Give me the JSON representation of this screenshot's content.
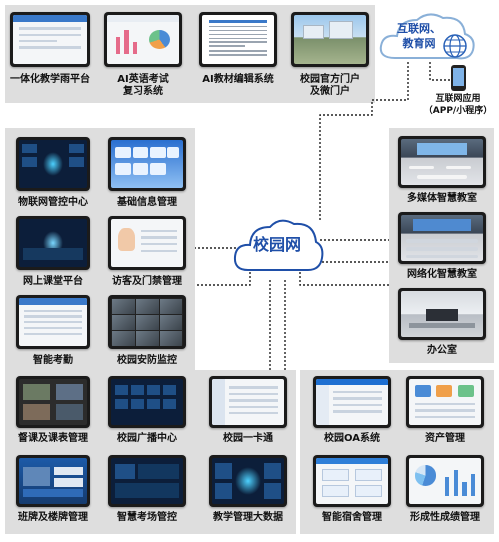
{
  "internet": {
    "cloud_line1": "互联网、",
    "cloud_line2": "教育网",
    "app_line1": "互联网应用",
    "app_line2": "（APP/小程序）"
  },
  "campus_network": "校园网",
  "top_group": [
    {
      "label": "一体化教学雨平台",
      "icon": "platform-screen"
    },
    {
      "label1": "AI英语考试",
      "label2": "复习系统",
      "icon": "chart-screen"
    },
    {
      "label": "AI教材编辑系统",
      "icon": "document-screen"
    },
    {
      "label1": "校园官方门户",
      "label2": "及微门户",
      "icon": "campus-photo-screen"
    }
  ],
  "right_group": [
    {
      "label": "多媒体智慧教室",
      "icon": "classroom-photo"
    },
    {
      "label": "网络化智慧教室",
      "icon": "computer-lab-photo"
    },
    {
      "label": "办公室",
      "icon": "office-photo"
    }
  ],
  "left_group": [
    {
      "label": "物联网管控中心",
      "icon": "iot-dashboard"
    },
    {
      "label": "基础信息管理",
      "icon": "info-management-screen"
    },
    {
      "label": "网上课堂平台",
      "icon": "online-class-screen"
    },
    {
      "label": "访客及门禁管理",
      "icon": "visitor-screen"
    },
    {
      "label": "智能考勤",
      "icon": "attendance-screen"
    },
    {
      "label": "校园安防监控",
      "icon": "security-camera-screen"
    }
  ],
  "bottom_left_group": [
    {
      "label": "督课及课表管理",
      "icon": "class-monitor-screen"
    },
    {
      "label": "校园广播中心",
      "icon": "broadcast-screen"
    },
    {
      "label": "校园一卡通",
      "icon": "campus-card-screen"
    },
    {
      "label": "班牌及楼牌管理",
      "icon": "class-sign-screen"
    },
    {
      "label": "智慧考场管控",
      "icon": "exam-room-screen"
    },
    {
      "label": "教学管理大数据",
      "icon": "big-data-screen"
    }
  ],
  "bottom_right_group": [
    {
      "label": "校园OA系统",
      "icon": "oa-screen"
    },
    {
      "label": "资产管理",
      "icon": "asset-screen"
    },
    {
      "label": "智能宿舍管理",
      "icon": "dormitory-screen"
    },
    {
      "label": "形成性成绩管理",
      "icon": "grades-screen"
    }
  ],
  "colors": {
    "panel": "#dedede",
    "accent_blue": "#1f4fa8",
    "dotted_line": "#222222"
  }
}
